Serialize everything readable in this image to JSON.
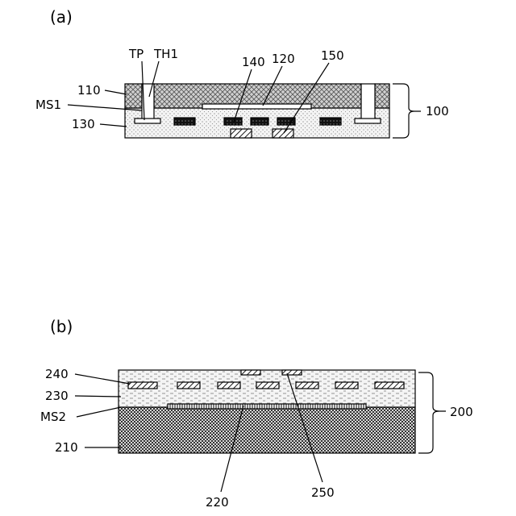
{
  "panel_a": {
    "label": "(a)",
    "callouts": {
      "tp": "TP",
      "th1": "TH1",
      "c140": "140",
      "c120": "120",
      "c150": "150",
      "c110": "110",
      "ms1": "MS1",
      "c130": "130",
      "c100": "100"
    }
  },
  "panel_b": {
    "label": "(b)",
    "callouts": {
      "c240": "240",
      "c230": "230",
      "ms2": "MS2",
      "c210": "210",
      "c200": "200",
      "c220": "220",
      "c250": "250"
    }
  }
}
